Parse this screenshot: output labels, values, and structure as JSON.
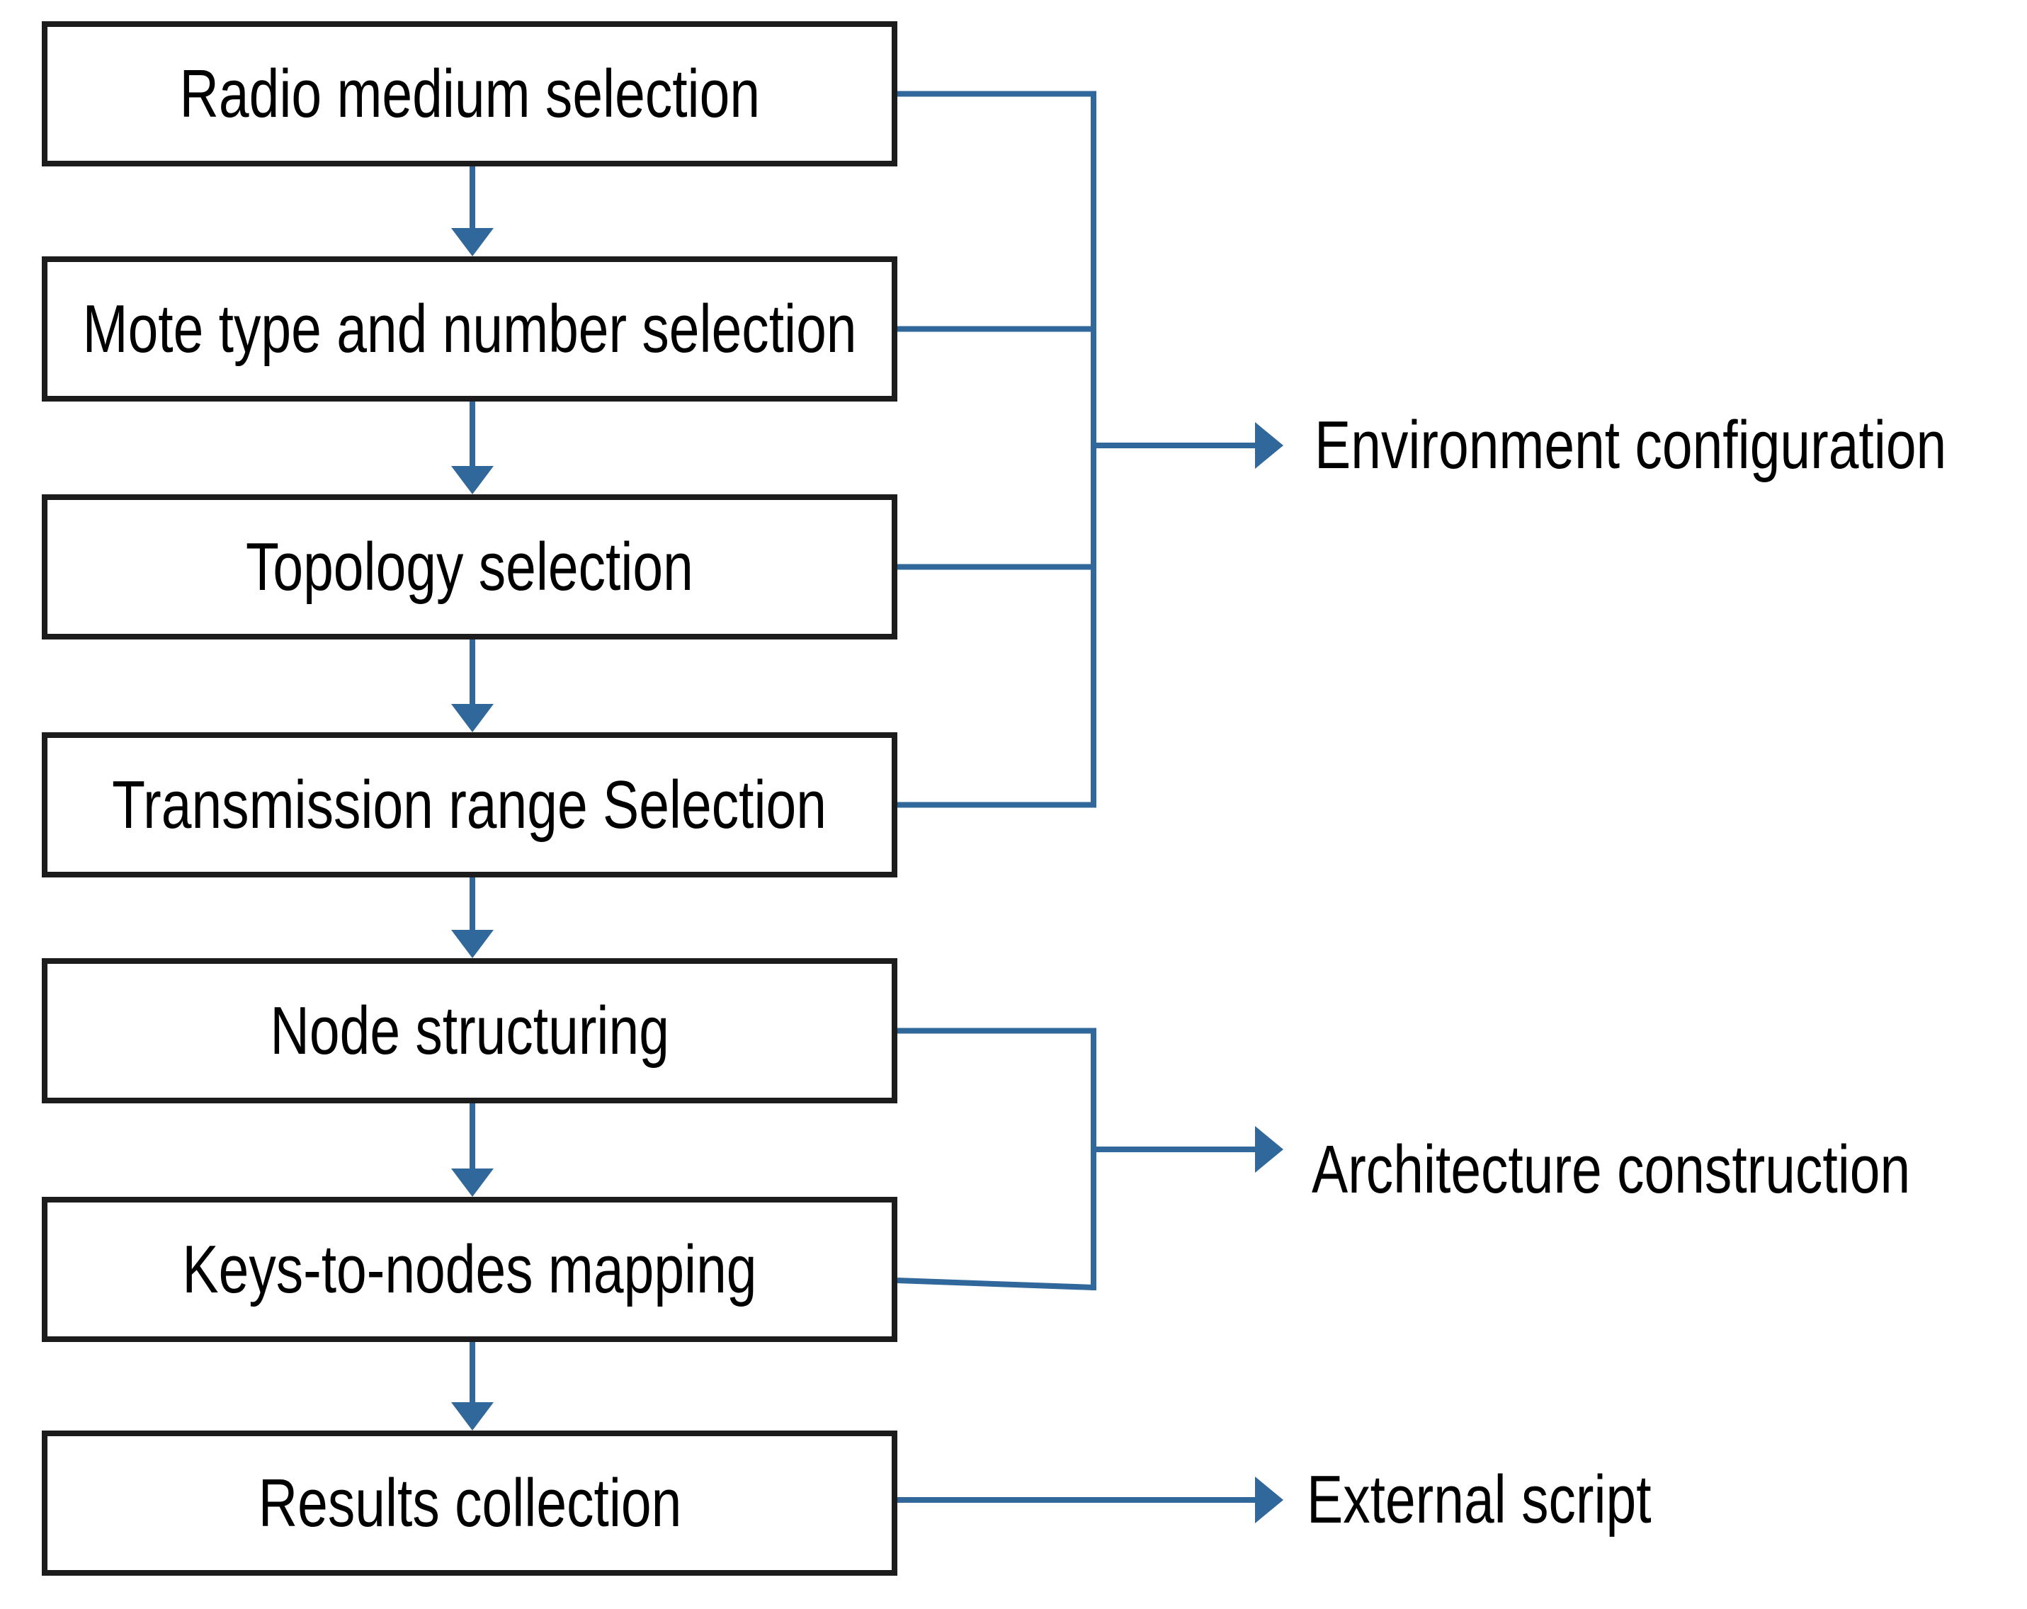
{
  "diagram": {
    "steps": [
      {
        "label": "Radio medium selection"
      },
      {
        "label": "Mote type and number selection"
      },
      {
        "label": "Topology selection"
      },
      {
        "label": "Transmission range Selection"
      },
      {
        "label": "Node structuring"
      },
      {
        "label": "Keys-to-nodes mapping"
      },
      {
        "label": "Results collection"
      }
    ],
    "outputs": [
      {
        "label": "Environment configuration",
        "from_steps": [
          "Radio medium selection",
          "Mote type and number selection",
          "Topology selection",
          "Transmission range Selection"
        ]
      },
      {
        "label": "Architecture construction",
        "from_steps": [
          "Node structuring",
          "Keys-to-nodes mapping"
        ]
      },
      {
        "label": "External script",
        "from_steps": [
          "Results collection"
        ]
      }
    ],
    "colors": {
      "connector": "#31689C",
      "box_border": "#1C1C1C",
      "background": "#FFFFFF",
      "text": "#000000"
    }
  }
}
